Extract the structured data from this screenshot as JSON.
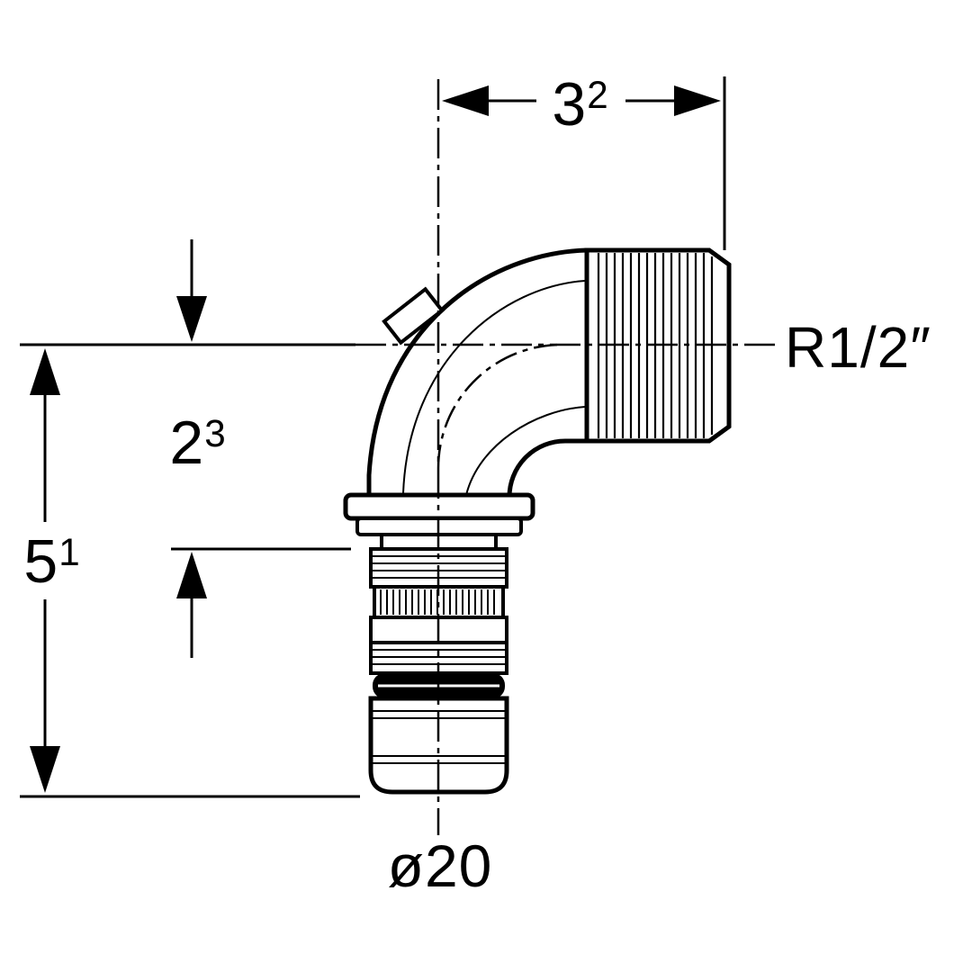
{
  "diagram": {
    "type": "technical-drawing",
    "subject": "elbow-adapter-pipe-fitting",
    "background_color": "#ffffff",
    "line_color": "#000000",
    "labels": {
      "width": {
        "value": "3",
        "sup": "2"
      },
      "height_upper": {
        "value": "2",
        "sup": "3"
      },
      "height_total": {
        "value": "5",
        "sup": "1"
      },
      "thread_size": "R1/2″",
      "diameter": "ø20"
    }
  }
}
